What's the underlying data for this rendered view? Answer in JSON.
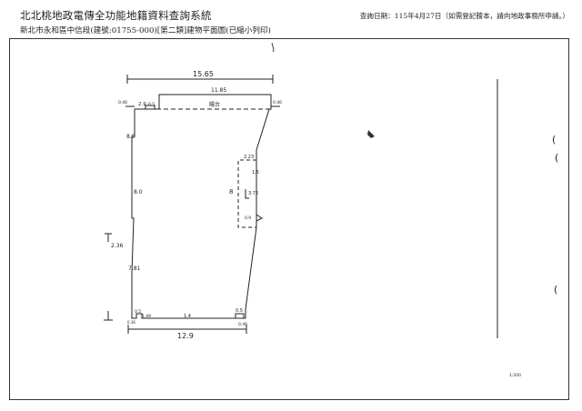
{
  "header": {
    "system_title": "北北桃地政電傳全功能地籍資料查詢系統",
    "query_date": "查詢日期：115年4月27日（如需登記謄本，請向地政事務所申請。）",
    "subtitle": "新北市永和區中信段(建號:01755-000)[第二類]建物平面圖(已縮小列印)"
  },
  "plan": {
    "dimensions": {
      "top_overall": "15.65",
      "top_inner": "11.85",
      "balcony_label": "陽台",
      "top_left_small": "0.46",
      "top_left_step": "2.9",
      "top_left_step2": "0.5",
      "top_right_small": "0.46",
      "left_upper": "8.9",
      "left_mid": "8.0",
      "left_total": "2.36",
      "left_lower": "7.81",
      "notch_top": "2.23",
      "notch_right": "1.5",
      "notch_vertical": "8",
      "notch_inner": "3.72",
      "notch_lower": "0.9",
      "bottom_left_small": "0.5",
      "bottom_left_step": "1.49",
      "bottom_mid": "1.4",
      "bottom_right_small": "0.5",
      "bottom_right_step": "0.46",
      "bottom_overall": "12.9",
      "bottom_left_tiny": "0.36"
    },
    "marks": {
      "right_margin_a": "(",
      "right_margin_b": "(",
      "right_margin_c": "(",
      "corner_note": "1:200"
    }
  }
}
